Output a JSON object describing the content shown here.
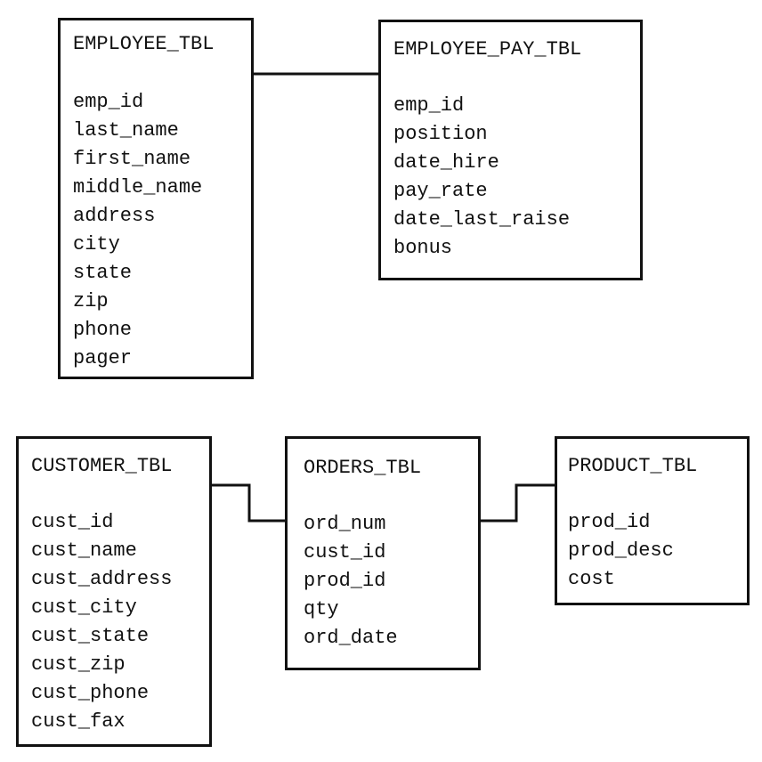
{
  "tables": {
    "employee": {
      "name": "EMPLOYEE_TBL",
      "fields": [
        "emp_id",
        "last_name",
        "first_name",
        "middle_name",
        "address",
        "city",
        "state",
        "zip",
        "phone",
        "pager"
      ]
    },
    "employee_pay": {
      "name": "EMPLOYEE_PAY_TBL",
      "fields": [
        "emp_id",
        "position",
        "date_hire",
        "pay_rate",
        "date_last_raise",
        "bonus"
      ]
    },
    "customer": {
      "name": "CUSTOMER_TBL",
      "fields": [
        "cust_id",
        "cust_name",
        "cust_address",
        "cust_city",
        "cust_state",
        "cust_zip",
        "cust_phone",
        "cust_fax"
      ]
    },
    "orders": {
      "name": "ORDERS_TBL",
      "fields": [
        "ord_num",
        "cust_id",
        "prod_id",
        "qty",
        "ord_date"
      ]
    },
    "product": {
      "name": "PRODUCT_TBL",
      "fields": [
        "prod_id",
        "prod_desc",
        "cost"
      ]
    }
  },
  "relationships": [
    {
      "from": "employee",
      "to": "employee_pay"
    },
    {
      "from": "customer",
      "to": "orders"
    },
    {
      "from": "orders",
      "to": "product"
    }
  ],
  "colors": {
    "line": "#111111",
    "background": "#ffffff"
  }
}
